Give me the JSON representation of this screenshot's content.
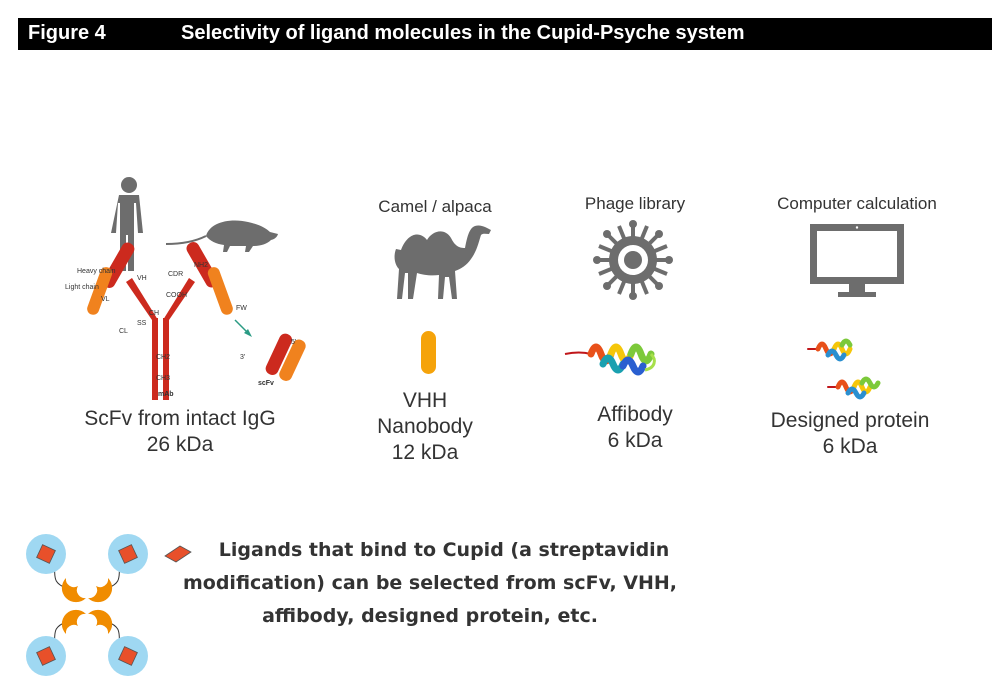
{
  "figure": {
    "number": "Figure 4",
    "title": "Selectivity of ligand molecules in the Cupid-Psyche system"
  },
  "columns": [
    {
      "source": "",
      "icon": "human-and-rat-icon",
      "caption_line1": "ScFv from intact IgG",
      "caption_line2": "26 kDa",
      "antibody_labels": {
        "heavy_chain": "Heavy chain",
        "light_chain": "Light chain",
        "vh": "VH",
        "vl": "VL",
        "cl": "CL",
        "ch": "CH",
        "cdr": "CDR",
        "nh2": "NH2",
        "cooh": "COOH",
        "fw": "FW",
        "ss": "SS",
        "ch2": "CH2",
        "ch3": "CH3",
        "mab": "mAb",
        "scfv": "scFv",
        "three_prime": "3'",
        "five_prime": "5'"
      },
      "colors": {
        "heavy": "#cc2a1e",
        "light": "#f0821e"
      }
    },
    {
      "source": "Camel / alpaca",
      "icon": "camel-icon",
      "caption_line1": "VHH",
      "caption_line2": "Nanobody",
      "caption_line3": "12 kDa",
      "colors": {
        "nanobody": "#f5a30a"
      }
    },
    {
      "source": "Phage library",
      "icon": "virus-icon",
      "caption_line1": "Affibody",
      "caption_line2": "6 kDa"
    },
    {
      "source": "Computer calculation",
      "icon": "monitor-icon",
      "caption_line1": "Designed protein",
      "caption_line2": "6 kDa"
    }
  ],
  "note": {
    "line1": "Ligands that bind to Cupid (a streptavidin",
    "line2": "modification) can be selected from scFv, VHH,",
    "line3": "affibody, designed protein, etc."
  },
  "colors": {
    "icon_gray": "#6d6d6d",
    "cupid": "#f08c00",
    "cupid_circle": "#9fd8f2",
    "ligand": "#e8502a"
  }
}
